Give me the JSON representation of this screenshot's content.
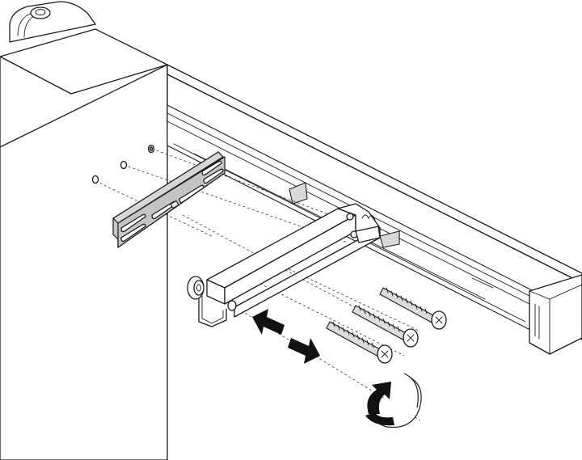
{
  "figure": {
    "kind": "assembly instruction illustration",
    "labels": []
  },
  "colors": {
    "line": "#1a1a1a",
    "background": "#ffffff",
    "plate_fill": "#c8c8c8",
    "arrow_fill": "#111111"
  },
  "parts": {
    "screws": 3,
    "screw_holes": 4
  },
  "icons": [
    "slide-adjust-arrows-icon",
    "rotate-arrow-icon"
  ]
}
